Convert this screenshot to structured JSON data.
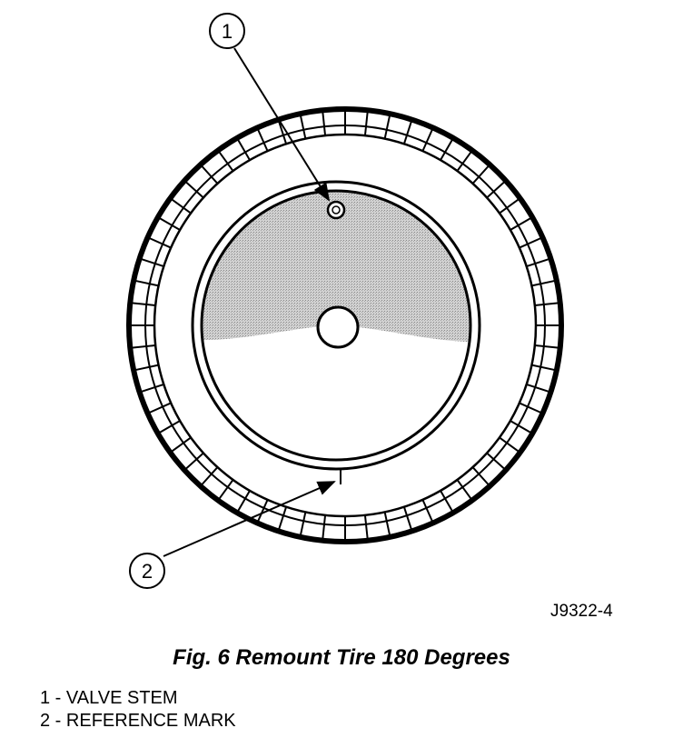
{
  "callouts": [
    {
      "number": "1"
    },
    {
      "number": "2"
    }
  ],
  "figure_id": "J9322-4",
  "caption": "Fig. 6 Remount Tire 180 Degrees",
  "legend": [
    {
      "number": "1",
      "label": "VALVE STEM"
    },
    {
      "number": "2",
      "label": "REFERENCE MARK"
    }
  ],
  "colors": {
    "line": "#000000",
    "shading": "#bdbdbd",
    "background": "#ffffff"
  }
}
